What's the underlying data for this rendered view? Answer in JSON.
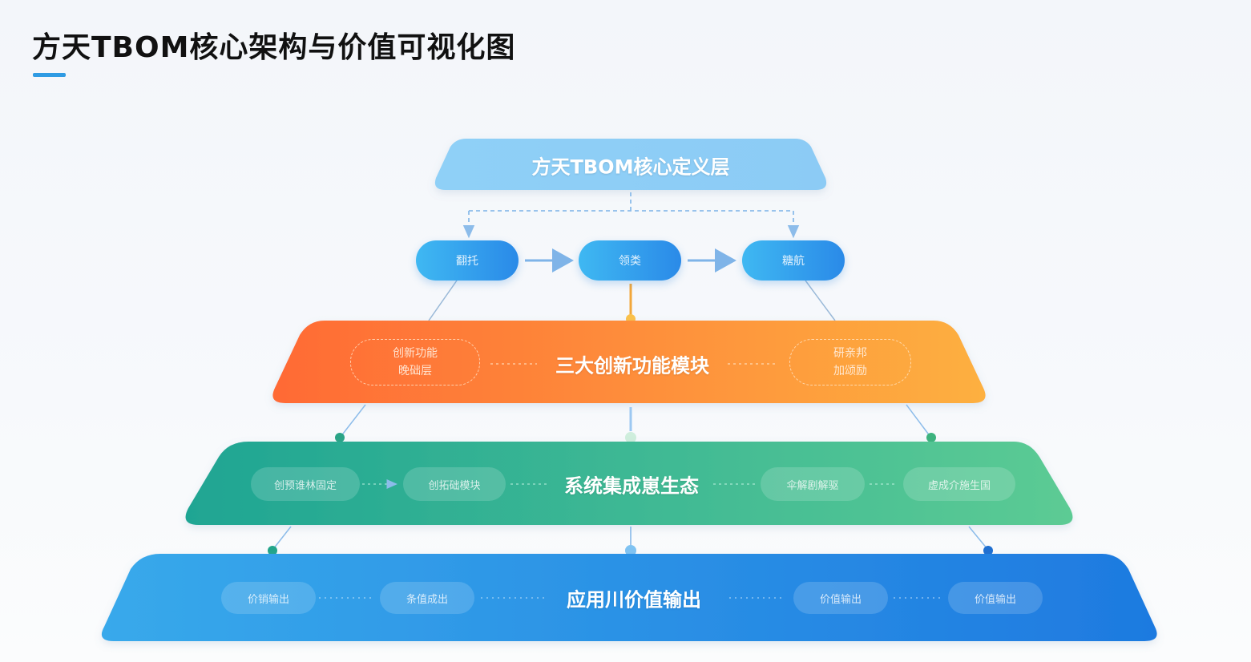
{
  "title": "方天TBOM核心架构与价值可视化图",
  "colors": {
    "accent": "#2f9be3",
    "top_layer": "#8ccdf6",
    "node_gradient": [
      "#3fb8f2",
      "#2a8ae8"
    ],
    "innovation_layer": [
      "#ff6a35",
      "#fdb040"
    ],
    "integration_layer": [
      "#1fa593",
      "#5ccb94"
    ],
    "application_layer": [
      "#38a9eb",
      "#1e7ae0"
    ]
  },
  "core_layer": {
    "label": "方天TBOM核心定义层",
    "nodes": [
      {
        "label": "翻托"
      },
      {
        "label": "领类"
      },
      {
        "label": "糖航"
      }
    ]
  },
  "innovation_layer": {
    "label": "三大创新功能模块",
    "left_box": {
      "line1": "创新功能",
      "line2": "晚础层"
    },
    "right_box": {
      "line1": "研亲邦",
      "line2": "加颂励"
    }
  },
  "integration_layer": {
    "label": "系统集成崽生态",
    "items": [
      {
        "label": "创预谁林固定"
      },
      {
        "label": "创拓础模块"
      },
      {
        "label": "伞解剧解驱"
      },
      {
        "label": "虚成介施生国"
      }
    ]
  },
  "application_layer": {
    "label": "应用川价值输出",
    "items": [
      {
        "label": "价销输出"
      },
      {
        "label": "条值成出"
      },
      {
        "label": "价值输出"
      },
      {
        "label": "价值输出"
      }
    ]
  }
}
